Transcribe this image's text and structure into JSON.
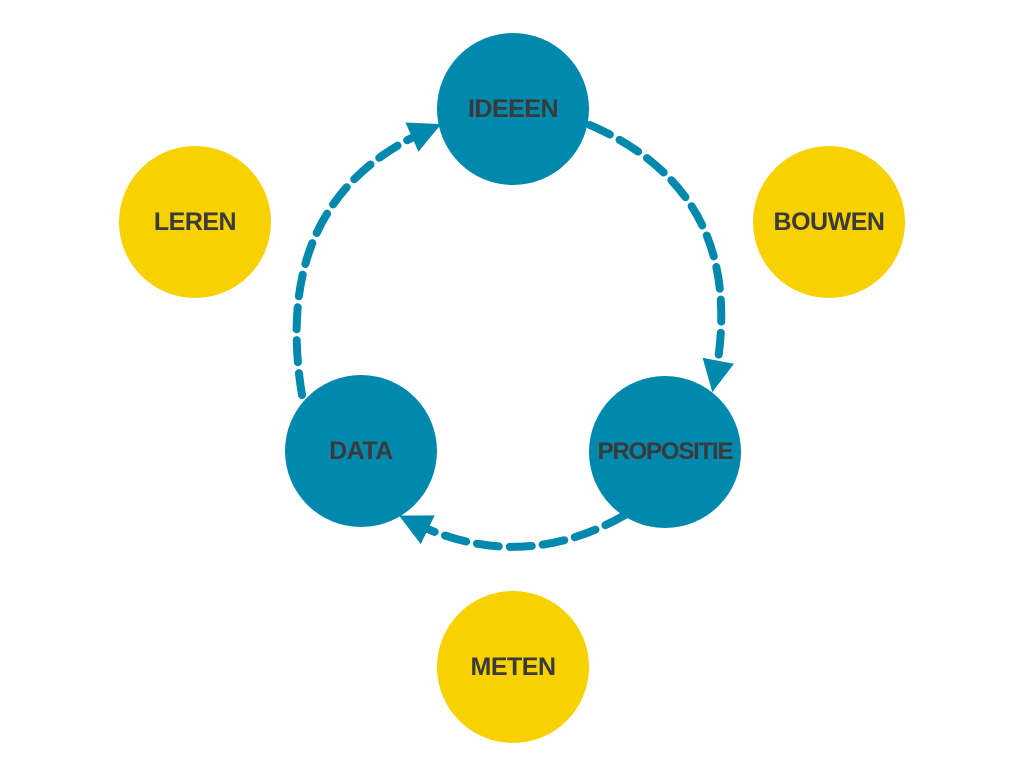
{
  "colors": {
    "phase": "#0088ad",
    "action": "#f7d100",
    "arrow": "#0088ad",
    "text": "#3a3a3a"
  },
  "phases": {
    "ideeen": "IDEEEN",
    "propositie": "PROPOSITIE",
    "data": "DATA"
  },
  "actions": {
    "bouwen": "BOUWEN",
    "meten": "METEN",
    "leren": "LEREN"
  }
}
